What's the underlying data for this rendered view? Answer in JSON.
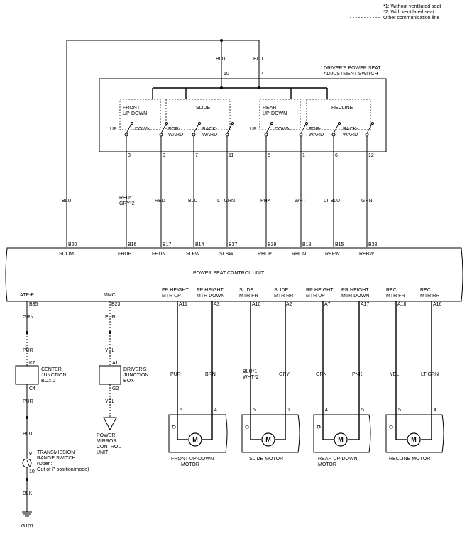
{
  "legend": {
    "note1": "*1: Without ventilated seat",
    "note2": "*2: With ventilated seat",
    "note3": "Other communication line"
  },
  "switch": {
    "title_line1": "DRIVER'S POWER SEAT",
    "title_line2": "ADJUSTMENT SWITCH",
    "pin_left": "10",
    "pin_right": "4",
    "groups": [
      {
        "line1": "FRONT",
        "line2": "UP-DOWN",
        "a": "UP",
        "b": "DOWN"
      },
      {
        "line1": "SLIDE",
        "line2": "",
        "a1": "FOR-",
        "a2": "WARD",
        "b1": "BACK-",
        "b2": "WARD"
      },
      {
        "line1": "REAR",
        "line2": "UP-DOWN",
        "a": "UP",
        "b": "DOWN"
      },
      {
        "line1": "RECLINE",
        "line2": "",
        "a1": "FOR-",
        "a2": "WARD",
        "b1": "BACK-",
        "b2": "WARD"
      }
    ],
    "out_pins": [
      "3",
      "9",
      "7",
      "11",
      "5",
      "1",
      "6",
      "12"
    ]
  },
  "top_wires": [
    "BLU",
    "BLU"
  ],
  "upper_wires": [
    {
      "color": "BLU",
      "pin": "B20",
      "signal": "SCOM"
    },
    {
      "color": "RED*1",
      "color2": "GRY*2",
      "pin": "B16",
      "signal": "FHUP"
    },
    {
      "color": "RED",
      "pin": "B17",
      "signal": "FHDN"
    },
    {
      "color": "BLU",
      "pin": "B14",
      "signal": "SLFW"
    },
    {
      "color": "LT GRN",
      "pin": "B37",
      "signal": "SLBW"
    },
    {
      "color": "PNK",
      "pin": "B39",
      "signal": "RHUP"
    },
    {
      "color": "WHT",
      "pin": "B18",
      "signal": "RHDN"
    },
    {
      "color": "LT BLU",
      "pin": "B15",
      "signal": "REFW"
    },
    {
      "color": "GRN",
      "pin": "B38",
      "signal": "REBW"
    }
  ],
  "control_unit": {
    "title": "POWER SEAT CONTROL UNIT"
  },
  "lower_signals": [
    {
      "line1": "ATP-P",
      "line2": "",
      "pin": "B35"
    },
    {
      "line1": "MMC",
      "line2": "",
      "pin": "B23"
    },
    {
      "line1": "FR HEIGHT",
      "line2": "MTR UP",
      "pin": "A11",
      "color": "PUR",
      "mpin": "5"
    },
    {
      "line1": "FR HEIGHT",
      "line2": "MTR DOWN",
      "pin": "A3",
      "color": "BRN",
      "mpin": "4"
    },
    {
      "line1": "SLIDE",
      "line2": "MTR FR",
      "pin": "A10",
      "color": "BLU*1",
      "color2": "WHT*2",
      "mpin": "5"
    },
    {
      "line1": "SLIDE",
      "line2": "MTR RR",
      "pin": "A2",
      "color": "GRY",
      "mpin": "1"
    },
    {
      "line1": "RR HEIGHT",
      "line2": "MTR UP",
      "pin": "A7",
      "color": "GRN",
      "mpin": "4"
    },
    {
      "line1": "RR HEIGHT",
      "line2": "MTR DOWN",
      "pin": "A17",
      "color": "PNK",
      "mpin": "5"
    },
    {
      "line1": "REC",
      "line2": "MTR FR",
      "pin": "A18",
      "color": "YEL",
      "mpin": "5"
    },
    {
      "line1": "REC",
      "line2": "MTR RR",
      "pin": "A16",
      "color": "LT GRN",
      "mpin": "4"
    }
  ],
  "atp_chain": {
    "colors": [
      "GRN",
      "PUR",
      "PUR",
      "BLU",
      "BLK"
    ],
    "box_pin_top": "K7",
    "box_pin_bottom": "C4",
    "box_line1": "CENTER",
    "box_line2": "JUNCTION",
    "box_line3": "BOX 2",
    "sw_pin_top": "9",
    "sw_pin_bottom": "10",
    "sw_line1": "TRANSMISSION",
    "sw_line2": "RANGE SWITCH",
    "sw_line3": "(Open:",
    "sw_line4": "Out of P position/mode)",
    "ground": "G101"
  },
  "mmc_chain": {
    "colors": [
      "PUR",
      "YEL",
      "YEL"
    ],
    "box_pin_top": "A1",
    "box_pin_bottom": "G2",
    "box_line1": "DRIVER'S",
    "box_line2": "JUNCTION",
    "box_line3": "BOX",
    "unit_line1": "POWER",
    "unit_line2": "MIRROR",
    "unit_line3": "CONTROL",
    "unit_line4": "UNIT"
  },
  "motors": [
    {
      "symbol": "M",
      "line1": "FRONT UP-DOWN",
      "line2": "MOTOR"
    },
    {
      "symbol": "M",
      "line1": "SLIDE MOTOR",
      "line2": ""
    },
    {
      "symbol": "M",
      "line1": "REAR UP-DOWN",
      "line2": "MOTOR"
    },
    {
      "symbol": "M",
      "line1": "RECLINE MOTOR",
      "line2": ""
    }
  ]
}
